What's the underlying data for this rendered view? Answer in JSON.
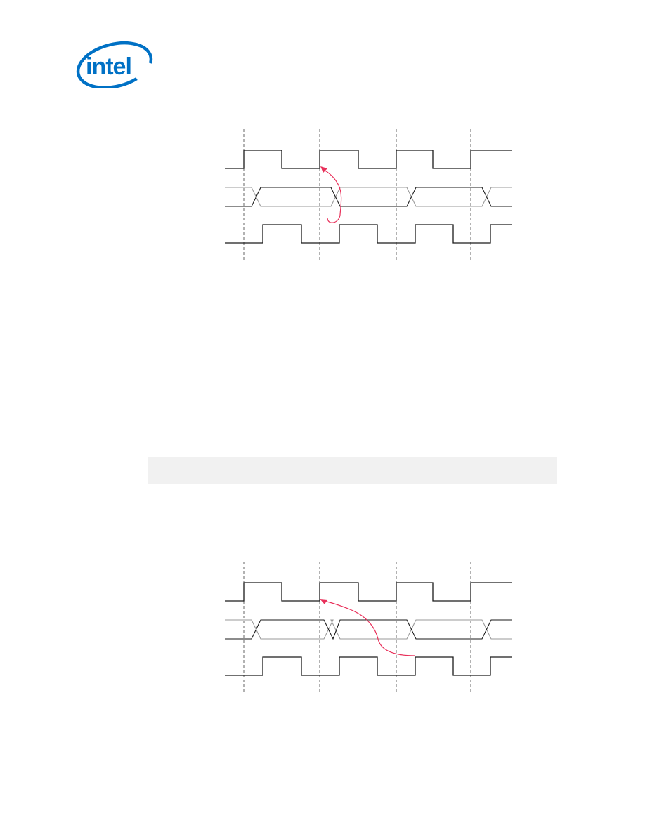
{
  "header": {
    "logo_text": "intel"
  },
  "figures": [
    {
      "type": "timing-diagram",
      "rows": 3,
      "gridlines": 4,
      "arrow_color": "#e8305a"
    },
    {
      "type": "timing-diagram",
      "rows": 3,
      "gridlines": 4,
      "arrow_color": "#e8305a"
    }
  ],
  "colors": {
    "brand": "#0071c5",
    "signal_black": "#1a1a1a",
    "signal_gray": "#999999",
    "grid": "#666666",
    "arrow": "#e8305a",
    "shaded_bar": "#f1f1f1"
  },
  "icons": {
    "logo": "intel-logo"
  }
}
